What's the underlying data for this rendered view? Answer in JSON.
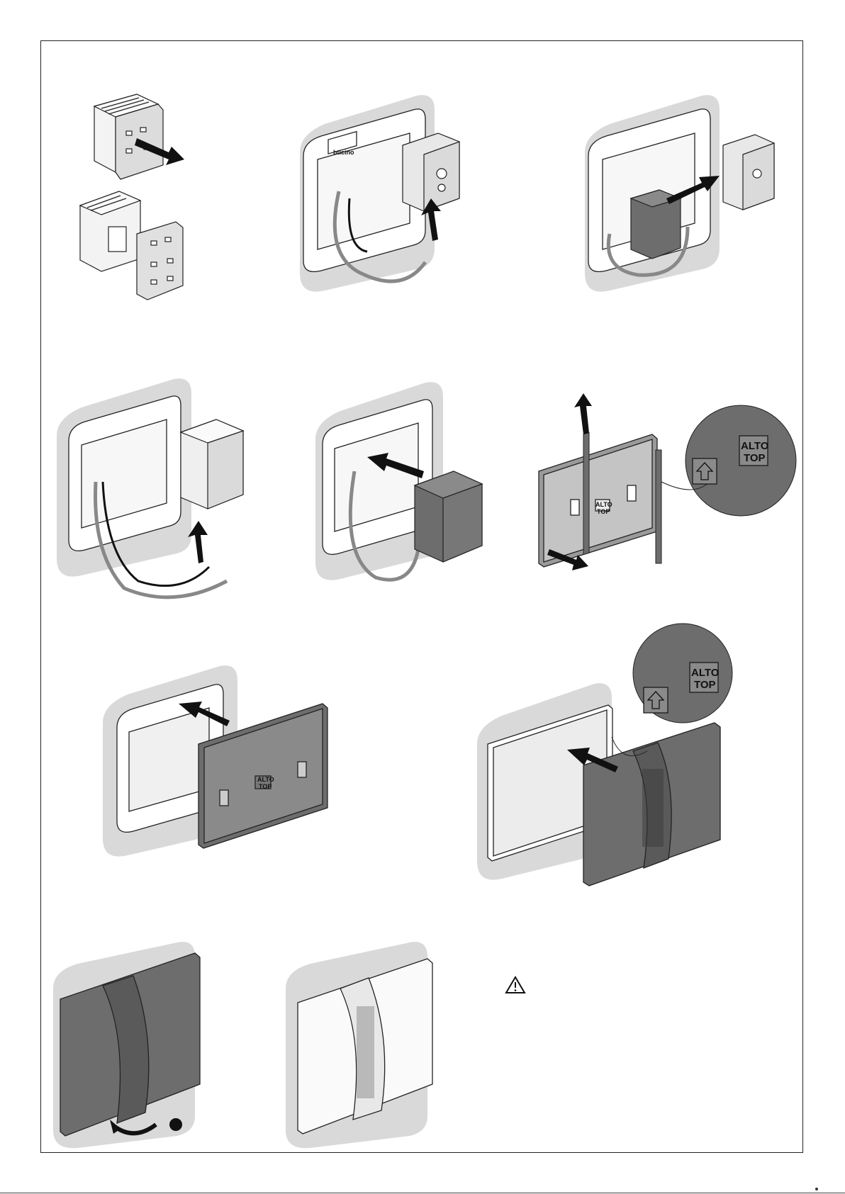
{
  "steps": [
    {
      "id": "step-1",
      "desc": "separate front module from rear body"
    },
    {
      "id": "step-2",
      "desc": "connect wires to rear module"
    },
    {
      "id": "step-3",
      "desc": "attach rear module to front module"
    },
    {
      "id": "step-4",
      "desc": "connect wires to assembled module"
    },
    {
      "id": "step-5",
      "desc": "insert module into support"
    },
    {
      "id": "step-6",
      "desc": "remove sliding strip from adaptor plate"
    },
    {
      "id": "step-7",
      "desc": "fit adaptor plate onto support"
    },
    {
      "id": "step-8",
      "desc": "fit cover plate onto adaptor"
    },
    {
      "id": "step-9",
      "desc": "remove cover plate"
    },
    {
      "id": "step-10",
      "desc": "finished installation"
    }
  ],
  "markings": {
    "orientation_label_line1": "ALTO",
    "orientation_label_line2": "TOP"
  },
  "colors": {
    "frame": "#222222",
    "wall_shadow": "#d9d9d9",
    "module_dark": "#6d6d6d",
    "module_light": "#f2f2f2",
    "arrow": "#111111"
  },
  "icons": {
    "warning": "warning-triangle-icon",
    "arrow": "direction-arrow-icon"
  }
}
